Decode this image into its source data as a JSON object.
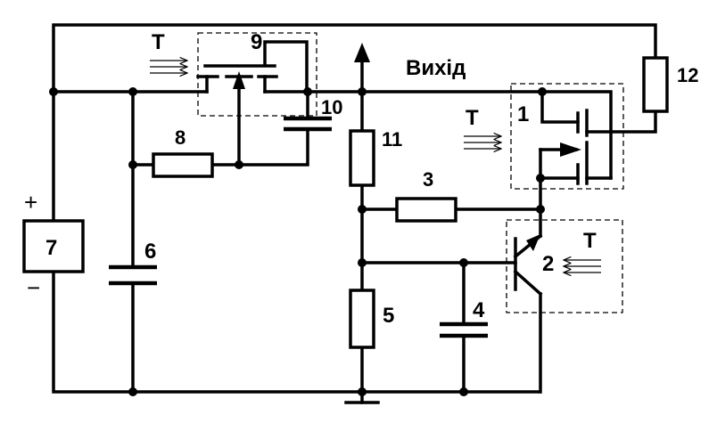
{
  "labels": {
    "transistor_mos_1": "1",
    "transistor_bjt_2": "2",
    "resistor_3": "3",
    "capacitor_4": "4",
    "resistor_5": "5",
    "capacitor_6": "6",
    "source_7": "7",
    "resistor_8": "8",
    "transistor_mos_9": "9",
    "capacitor_10": "10",
    "resistor_11": "11",
    "resistor_12": "12"
  },
  "output_label": "Вихід",
  "temperature_symbol": "T",
  "polarity": {
    "plus": "+",
    "minus": "−"
  }
}
